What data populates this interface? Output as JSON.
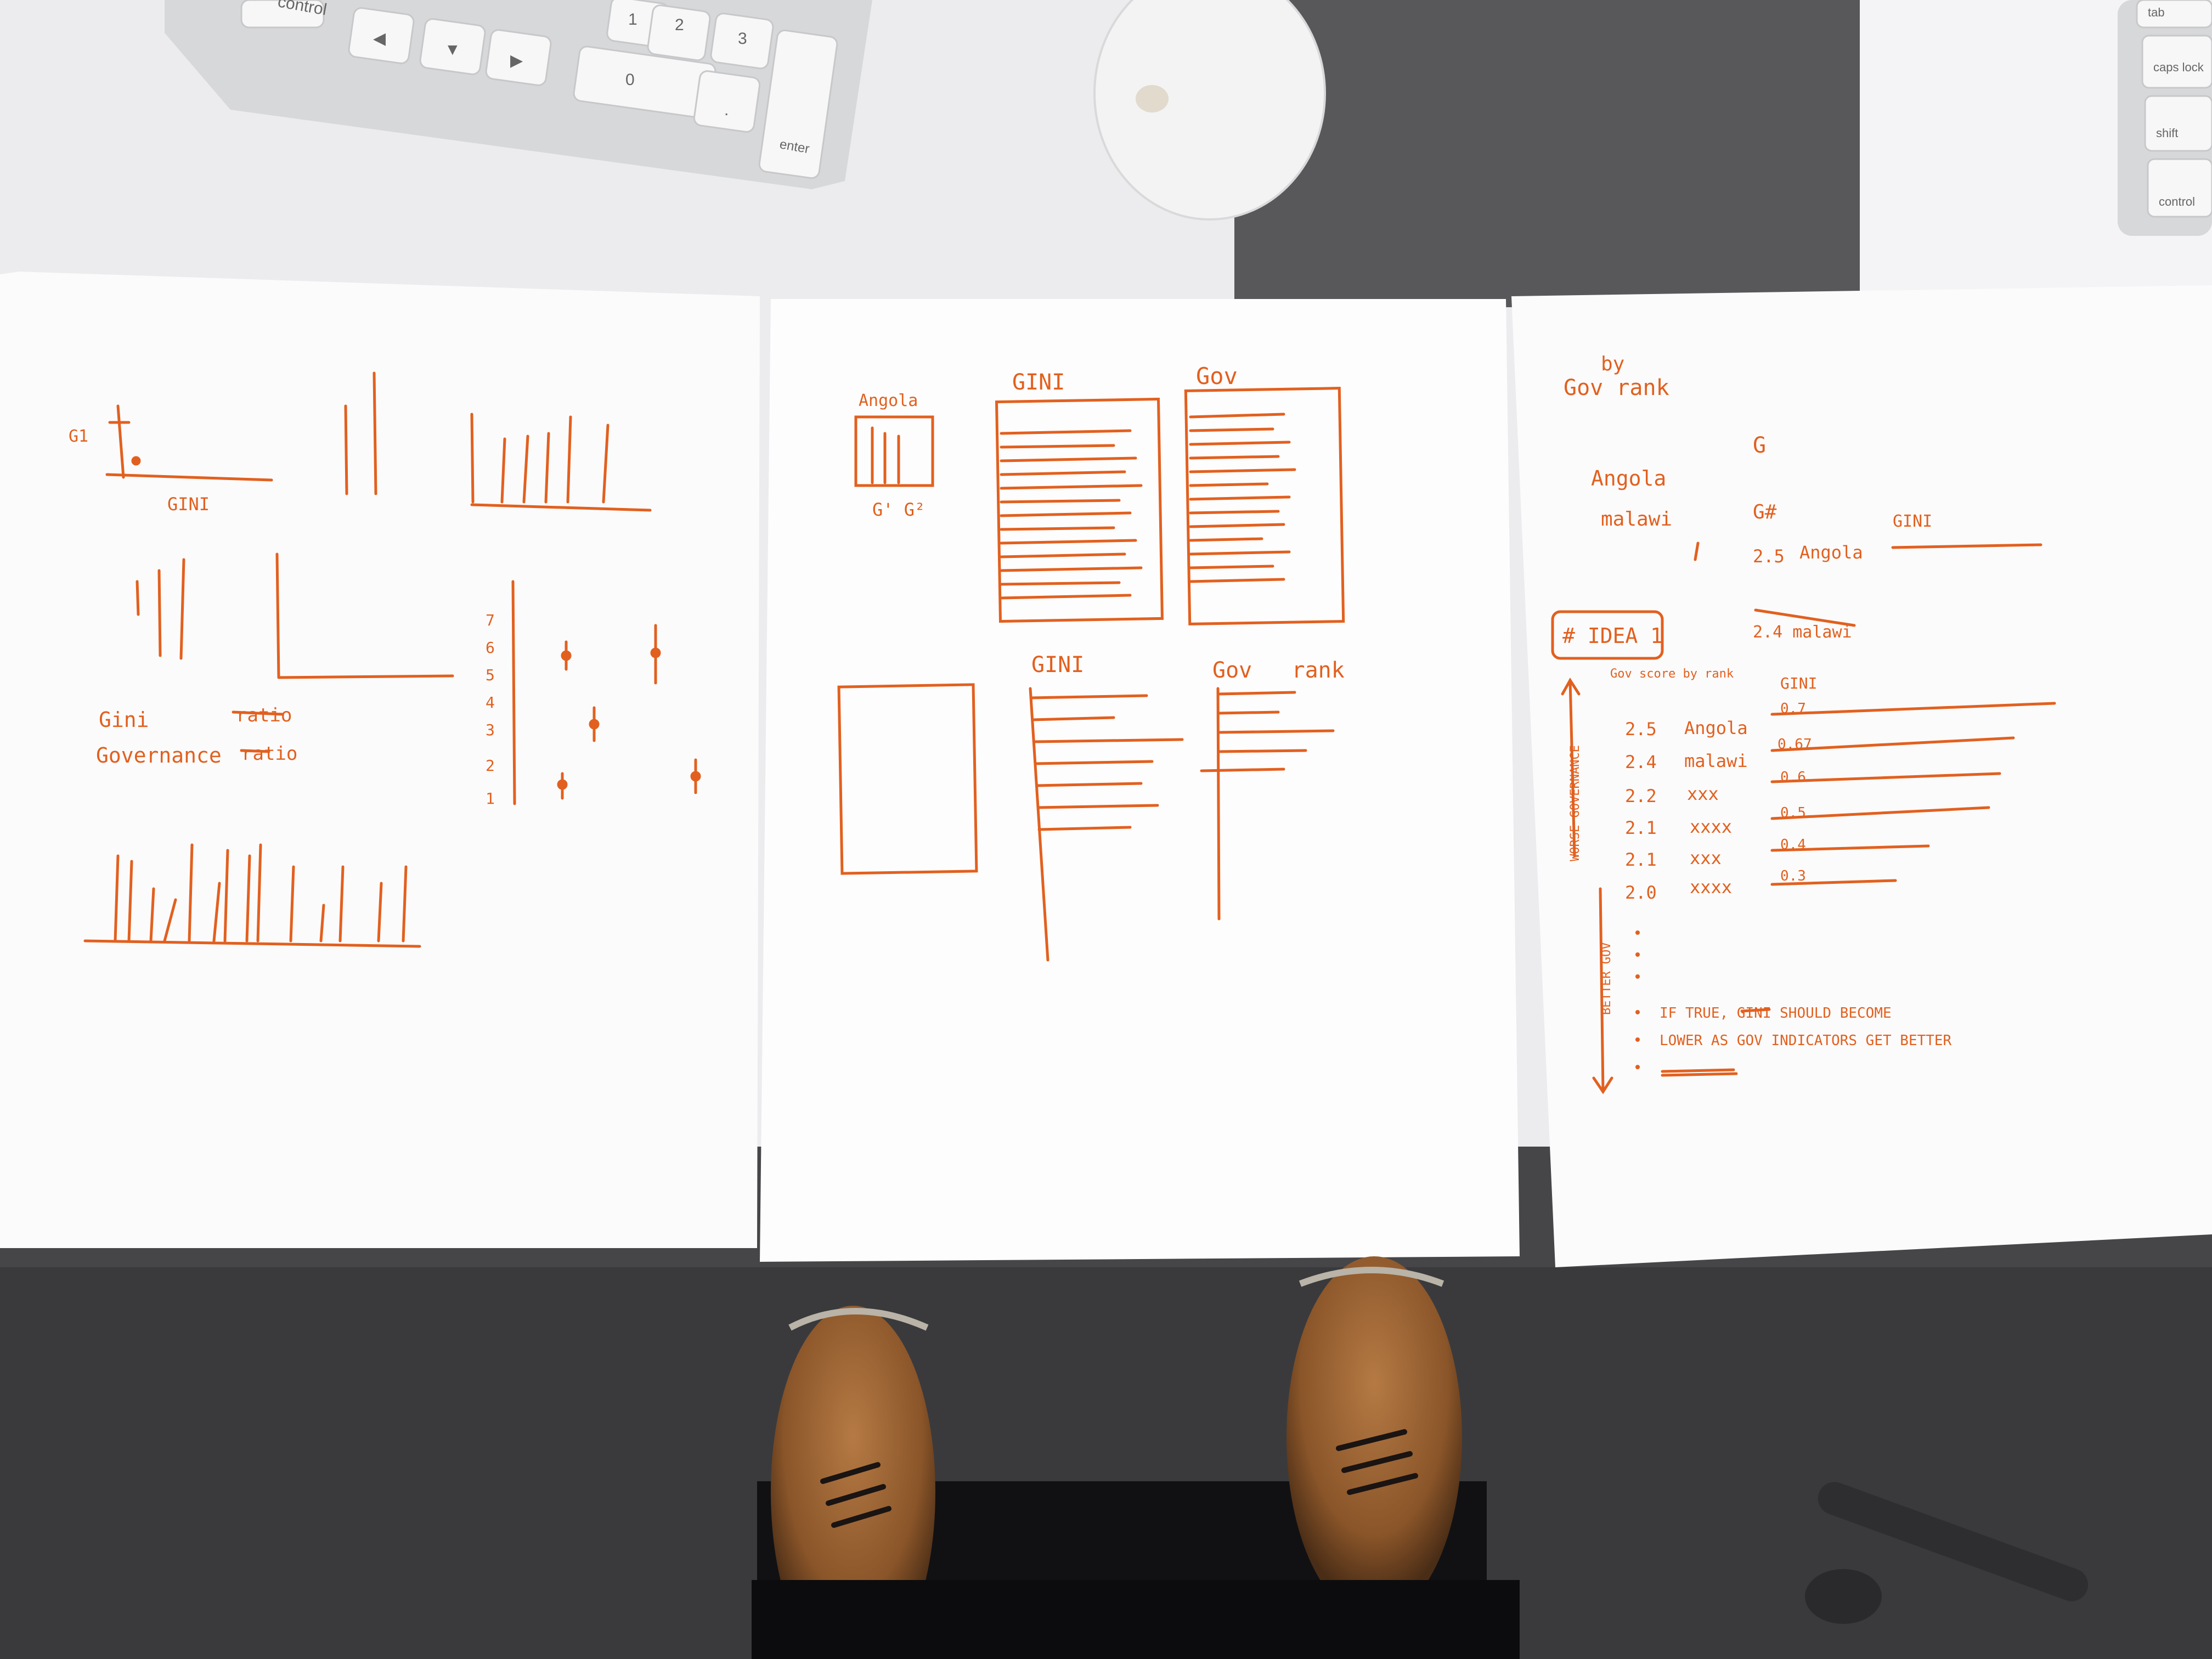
{
  "scene": {
    "colors": {
      "desk": "#ececef",
      "carpet": "#3a3a3d",
      "dark_mat": "#58585b",
      "paper": "#fbfbfb",
      "ink": "#e2601f",
      "keyboard": "#d7d8da",
      "key": "#f7f7f7",
      "mouse": "#f3f3f3",
      "shoe": "#9c6636"
    },
    "keyboard_left": {
      "keys": [
        "control",
        "◀",
        "▼",
        "▶",
        "1",
        "2",
        "3",
        "0",
        ".",
        "enter"
      ]
    },
    "keyboard_right": {
      "keys": [
        "tab",
        "caps lock",
        "shift",
        "control"
      ]
    }
  },
  "sheet_1": {
    "axis_label_y": "G1",
    "axis_label_x": "GINI",
    "legend_gini": "Gini",
    "legend_gini_value": "ratio",
    "legend_governance": "Governance",
    "legend_governance_value": "ratio",
    "dot_axis_ticks": [
      "7",
      "6",
      "5",
      "4",
      "3",
      "2",
      "1"
    ]
  },
  "sheet_2": {
    "angola_label": "Angola",
    "g_labels": "G' G²",
    "gini_title": "GINI",
    "gov_title": "Gov",
    "gini_title_2": "GINI",
    "gov_rank_title": "Gov   rank"
  },
  "sheet_3": {
    "by_gov_rank": [
      "by",
      "Gov rank"
    ],
    "g_mark": "G",
    "countries": [
      "Angola",
      "malawi"
    ],
    "g_hash": "G#",
    "gini_header_top": "GINI",
    "top_row_score": "2.5",
    "top_row_country": "Angola",
    "crossed_row": "2.4 malawi",
    "idea_box": "# IDEA 1",
    "gov_score_header": "Gov score by rank",
    "gini_header": "GINI",
    "rows": [
      {
        "score": "2.5",
        "country": "Angola",
        "gini": "0.7"
      },
      {
        "score": "2.4",
        "country": "malawi",
        "gini": "0.67"
      },
      {
        "score": "2.2",
        "country": "xxx",
        "gini": "0.6"
      },
      {
        "score": "2.1",
        "country": "xxxx",
        "gini": "0.5"
      },
      {
        "score": "2.1",
        "country": "xxx",
        "gini": "0.4"
      },
      {
        "score": "2.0",
        "country": "xxxx",
        "gini": "0.3"
      }
    ],
    "worse_label": "WORSE GOVERNANCE",
    "better_label": "BETTER GOV",
    "note_line1": "IF TRUE, GINI SHOULD BECOME",
    "note_line2": "LOWER AS GOV INDICATORS GET BETTER"
  }
}
